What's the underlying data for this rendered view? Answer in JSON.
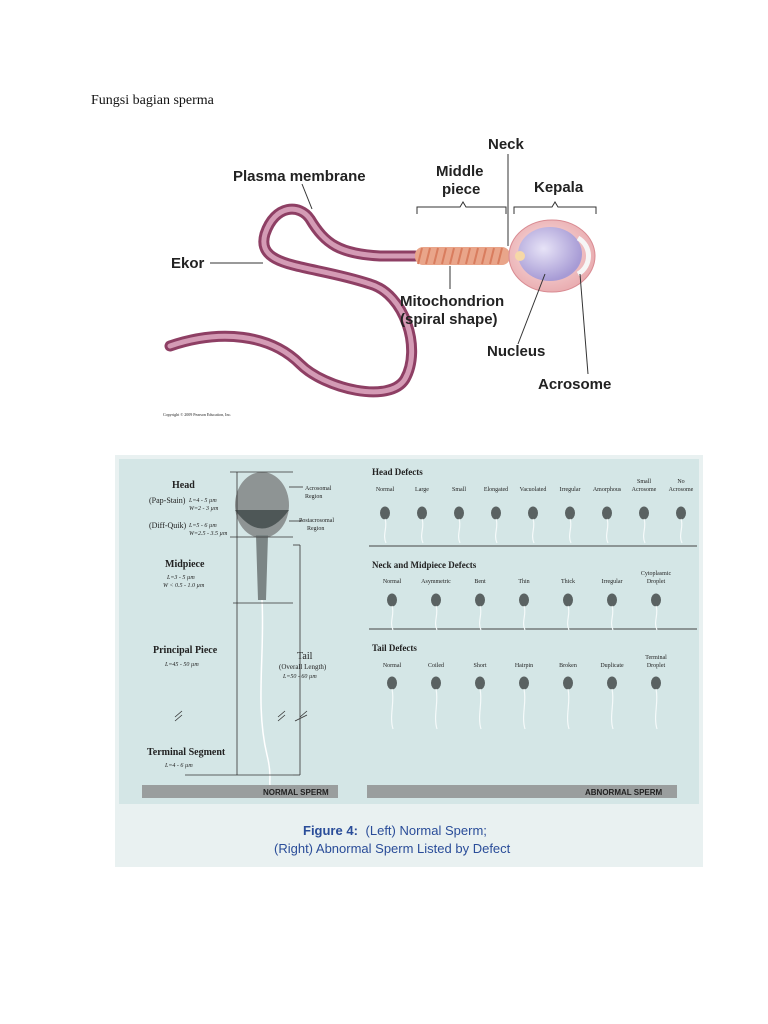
{
  "document": {
    "heading": "Fungsi bagian sperma"
  },
  "figure1": {
    "labels": {
      "neck": "Neck",
      "middle_piece_1": "Middle",
      "middle_piece_2": "piece",
      "plasma_membrane": "Plasma membrane",
      "kepala": "Kepala",
      "ekor": "Ekor",
      "mitochondrion_1": "Mitochondrion",
      "mitochondrion_2": "(spiral shape)",
      "nucleus": "Nucleus",
      "acrosome": "Acrosome"
    },
    "copyright": "Copyright © 2009 Pearson Education, Inc."
  },
  "figure2": {
    "normal": {
      "head": "Head",
      "pap_stain": "(Pap-Stain)",
      "pap_l": "L=4 - 5 µm",
      "pap_w": "W=2 - 3 µm",
      "diff_quik": "(Diff-Quik)",
      "dq_l": "L=5 - 6 µm",
      "dq_w": "W=2.5 - 3.5 µm",
      "acrosomal_1": "Acrosomal",
      "acrosomal_2": "Region",
      "postacrosomal_1": "Postacrosomal",
      "postacrosomal_2": "Region",
      "midpiece": "Midpiece",
      "mid_l": "L=3 - 5 µm",
      "mid_w": "W < 0.5 - 1.0 µm",
      "principal_piece": "Principal Piece",
      "principal_l": "L=45 - 50 µm",
      "tail": "Tail",
      "tail_overall": "(Overall Length)",
      "tail_l": "L=50 - 60 µm",
      "terminal_segment": "Terminal Segment",
      "terminal_l": "L=4 - 6 µm",
      "bar_label": "NORMAL SPERM"
    },
    "abnormal": {
      "bar_label": "ABNORMAL SPERM",
      "head_title": "Head Defects",
      "head_items": [
        "Normal",
        "Large",
        "Small",
        "Elongated",
        "Vacuolated",
        "Irregular",
        "Amorphous",
        "Small Acrosome",
        "No Acrosome"
      ],
      "neck_title": "Neck and Midpiece Defects",
      "neck_items": [
        "Normal",
        "Asymmetric",
        "Bent",
        "Thin",
        "Thick",
        "Irregular",
        "Cytoplasmic Droplet"
      ],
      "tail_title": "Tail Defects",
      "tail_items": [
        "Normal",
        "Coiled",
        "Short",
        "Hairpin",
        "Broken",
        "Duplicate",
        "Terminal Droplet"
      ]
    },
    "caption_bold": "Figure 4:",
    "caption_line1": "(Left) Normal Sperm;",
    "caption_line2": "(Right) Abnormal Sperm Listed by Defect"
  }
}
